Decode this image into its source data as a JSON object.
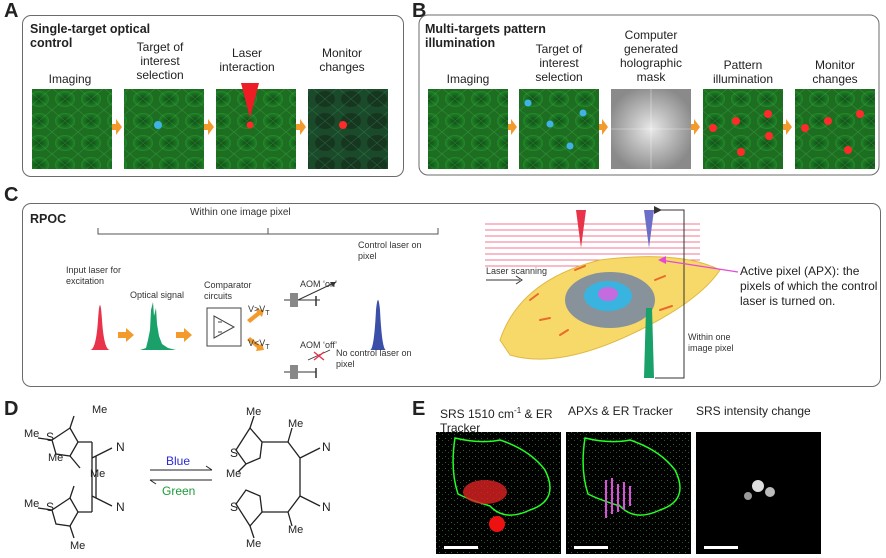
{
  "panels": {
    "A": "A",
    "B": "B",
    "C": "C",
    "D": "D",
    "E": "E"
  },
  "panelA": {
    "title": "Single-target optical control",
    "steps": [
      "Imaging",
      "Target of interest selection",
      "Laser interaction",
      "Monitor changes"
    ]
  },
  "panelB": {
    "title": "Multi-targets pattern illumination",
    "steps": [
      "Imaging",
      "Target of interest selection",
      "Computer generated holographic mask",
      "Pattern illumination",
      "Monitor changes"
    ]
  },
  "panelC": {
    "title": "RPOC",
    "within_pixel": "Within one image pixel",
    "input_laser": "Input laser for excitation",
    "optical_signal": "Optical signal",
    "comparator": "Comparator circuits",
    "v_gt": "V>V",
    "v_lt": "V<V",
    "v_sub": "T",
    "aom_on": "AOM ‘on’",
    "aom_off": "AOM ‘off’",
    "control_on": "Control laser on pixel",
    "no_control": "No control laser on pixel",
    "laser_scanning": "Laser scanning",
    "within_one_image_pixel": "Within one image pixel",
    "apx_text": "Active pixel (APX): the pixels of which the control laser is turned on.",
    "colors": {
      "red": "#e8334a",
      "green": "#1aa069",
      "blue": "#3b4fa8",
      "orange": "#f39a2c"
    }
  },
  "panelD": {
    "substituent": "Me",
    "nitrile": "N",
    "sulfur": "S",
    "forward": "Blue",
    "reverse": "Green",
    "forward_color": "#2a2ad6",
    "reverse_color": "#1f9a3a"
  },
  "panelE": {
    "label1_pre": "SRS 1510 cm",
    "label1_sup": "-1",
    "label1_post": " & ER Tracker",
    "label2": "APXs & ER Tracker",
    "label3": "SRS intensity change"
  }
}
